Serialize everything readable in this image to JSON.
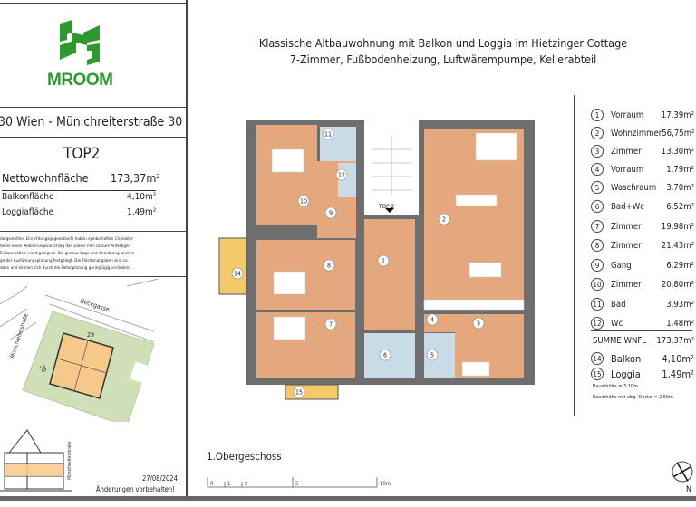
{
  "brand": {
    "logo_text": "MROOM",
    "color": "#2e9a2e"
  },
  "address": "30 Wien - Münichreiterstraße 30",
  "unit": {
    "name": "TOP2",
    "net_area_label": "Nettowohnfläche",
    "net_area": "173,37m²",
    "balcony_label": "Balkonfläche",
    "balcony_area": "4,10m²",
    "loggia_label": "Loggiafläche",
    "loggia_area": "1,49m²"
  },
  "disclaimer": [
    "dargestellten Einrichtungsgegenstände haben symbolhaften Charakter",
    "tellen einen Möblierungsvorschlag dar. Dieser Plan ist zum Anfertigen",
    "Einbaumöbeln nicht geeignet. Die genaue Lage und Anordnung wird im",
    "ge der Ausführungsplanung festgelegt. Die Flächenangaben sind ca.",
    "aben und können sich durch die Detailplanung geringfügig verändern."
  ],
  "site": {
    "street1": "Beckgasse",
    "street2": "Münichreiterstraße",
    "num29": "29",
    "num30": "30",
    "section_street": "Münichreiterstraße"
  },
  "date": "27/08/2024",
  "changes_note": "Änderungen vorbehalten!",
  "title": {
    "line1": "Klassische Altbauwohnung mit Balkon und Loggia im Hietzinger Cottage",
    "line2": "7-Zimmer, Fußbodenheizung, Luftwärempumpe, Kellerabteil"
  },
  "floor": {
    "name": "1.Obergeschoss",
    "stair_label": "TOP 2",
    "scale_labels": [
      "0",
      "1",
      "2",
      "5",
      "10m"
    ],
    "north": "N"
  },
  "rooms": [
    {
      "n": "1",
      "name": "Vorraum",
      "area": "17,39m²"
    },
    {
      "n": "2",
      "name": "Wohnzimmer",
      "area": "56,75m²"
    },
    {
      "n": "3",
      "name": "Zimmer",
      "area": "13,30m²"
    },
    {
      "n": "4",
      "name": "Vorraum",
      "area": "1,79m²"
    },
    {
      "n": "5",
      "name": "Waschraum",
      "area": "3,70m²"
    },
    {
      "n": "6",
      "name": "Bad+Wc",
      "area": "6,52m²"
    },
    {
      "n": "7",
      "name": "Zimmer",
      "area": "19,98m²"
    },
    {
      "n": "8",
      "name": "Zimmer",
      "area": "21,43m²"
    },
    {
      "n": "9",
      "name": "Gang",
      "area": "6,29m²"
    },
    {
      "n": "10",
      "name": "Zimmer",
      "area": "20,80m²"
    },
    {
      "n": "11",
      "name": "Bad",
      "area": "3,93m²"
    },
    {
      "n": "12",
      "name": "Wc",
      "area": "1,48m²"
    }
  ],
  "sum": {
    "label": "SUMME WNFL",
    "area": "173,37m²"
  },
  "outdoor": [
    {
      "n": "14",
      "name": "Balkon",
      "area": "4,10m²"
    },
    {
      "n": "15",
      "name": "Loggia",
      "area": "1,49m²"
    }
  ],
  "notes": [
    "Raumhöhe = 3,10m",
    "Raumhöhe mit abg. Decke = 2,90m"
  ],
  "colors": {
    "floor": "#e4a87c",
    "wall": "#6e6e6e",
    "outdoor": "#f3c96a",
    "wet": "#c9dbe6",
    "green": "#cfe0b8"
  }
}
